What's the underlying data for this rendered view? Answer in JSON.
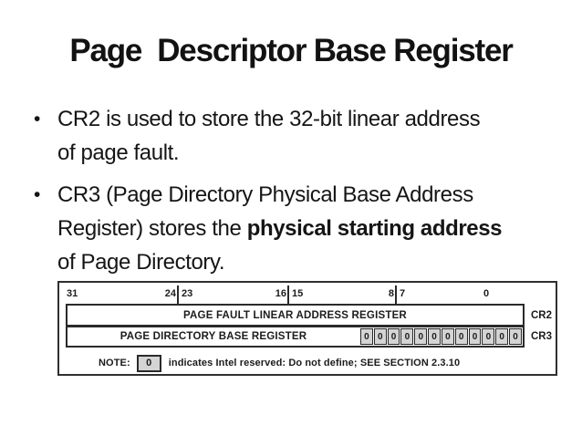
{
  "slide": {
    "title": "Page  Descriptor Base Register"
  },
  "bullets": [
    {
      "lines": [
        [
          {
            "text": "CR2 is used to store the 32-bit linear address",
            "bold": false
          }
        ],
        [
          {
            "text": "of page fault.",
            "bold": false
          }
        ]
      ]
    },
    {
      "lines": [
        [
          {
            "text": "CR3 (Page Directory Physical Base Address",
            "bold": false
          }
        ],
        [
          {
            "text": "Register) stores the ",
            "bold": false
          },
          {
            "text": "physical starting address",
            "bold": true
          }
        ],
        [
          {
            "text": "of Page Directory.",
            "bold": false
          }
        ]
      ]
    }
  ],
  "diagram": {
    "bit_labels": [
      "31",
      "24",
      "23",
      "16",
      "15",
      "8",
      "7",
      "0"
    ],
    "rows": [
      {
        "name": "PAGE FAULT LINEAR ADDRESS REGISTER",
        "register": "CR2"
      },
      {
        "name": "PAGE DIRECTORY BASE REGISTER",
        "register": "CR3",
        "reserved_bits": [
          "0",
          "0",
          "0",
          "0",
          "0",
          "0",
          "0",
          "0",
          "0",
          "0",
          "0",
          "0"
        ]
      }
    ],
    "note": {
      "prefix": "NOTE:",
      "box_value": "0",
      "text": "indicates Intel reserved: Do not define; SEE SECTION 2.3.10"
    },
    "colors": {
      "reserved_cell_fill": "#d4d4d4",
      "line": "#2a2a2a"
    }
  }
}
